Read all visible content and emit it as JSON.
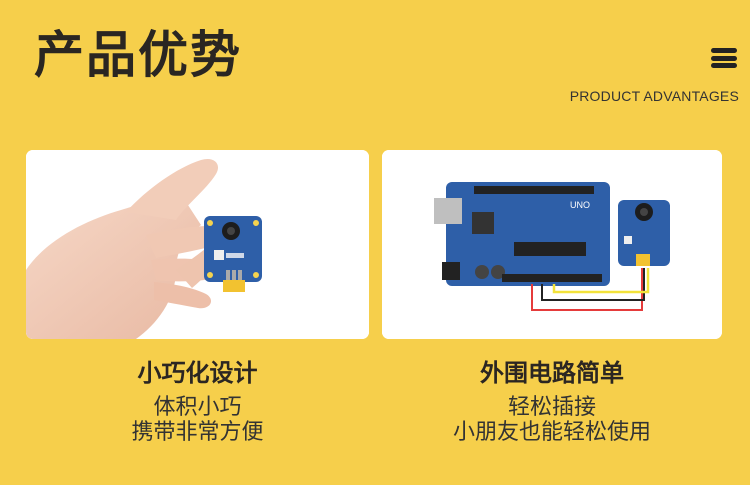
{
  "header": {
    "title": "产品优势",
    "subtitle": "PRODUCT ADVANTAGES"
  },
  "icons": {
    "menu": "hamburger-menu-icon"
  },
  "features": [
    {
      "title": "小巧化设计",
      "lines": [
        "体积小巧",
        "携带非常方便"
      ]
    },
    {
      "title": "外围电路简单",
      "lines": [
        "轻松插接",
        "小朋友也能轻松使用"
      ],
      "board_label": "UNO"
    }
  ],
  "colors": {
    "background": "#F6CF4B",
    "board": "#2E5FA8",
    "wire_red": "#E53B3B",
    "wire_yellow": "#F2E23A"
  }
}
